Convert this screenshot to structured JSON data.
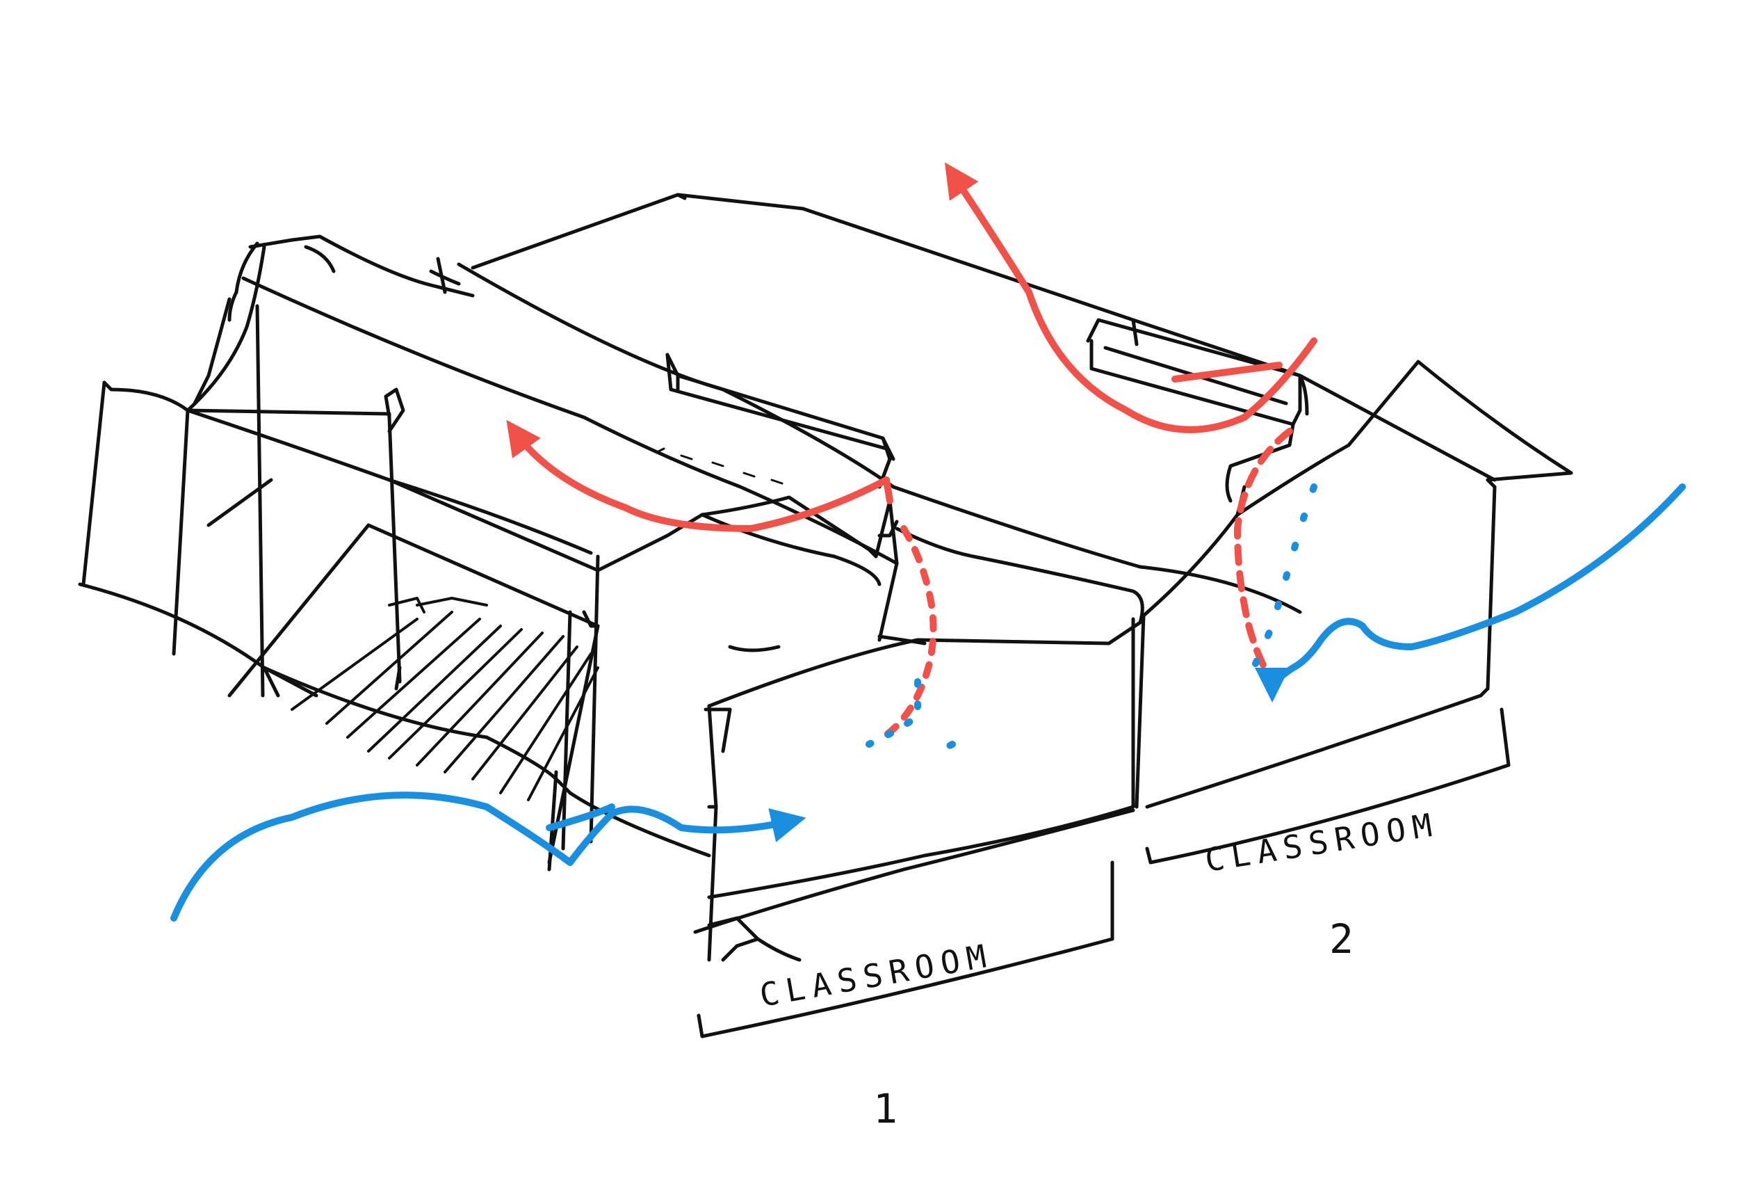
{
  "labels": {
    "classroom_1_word": "CLASSROOM",
    "classroom_1_number": "1",
    "classroom_2_word": "CLASSROOM",
    "classroom_2_number": "2"
  },
  "colors": {
    "ink": "#111111",
    "warm_air": "#f0524a",
    "cool_air": "#1a8fe0",
    "paper": "#ffffff"
  },
  "icons": {
    "warm_airflow": "red-arrow-icon",
    "cool_airflow": "blue-arrow-icon"
  }
}
